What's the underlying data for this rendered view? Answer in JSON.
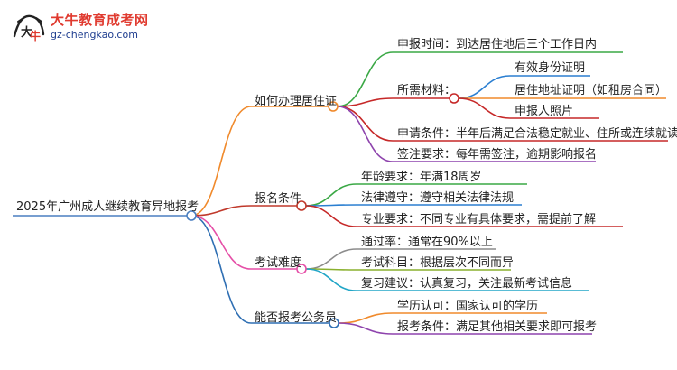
{
  "logo": {
    "title": "大牛教育成考网",
    "url": "gz-chengkao.com",
    "mark": "chalkboard-bull-logo"
  },
  "colors": {
    "root": "#4a7fc0",
    "b1": "#f08a2c",
    "b2": "#c0392b",
    "b3": "#e54fa7",
    "b4": "#2f6fb3",
    "g_green": "#3aa845",
    "g_blue": "#2b7fd1",
    "g_red": "#c62828",
    "g_purple": "#8e44ad",
    "g_gray": "#8c8c8c",
    "g_olive": "#8ab02e",
    "g_teal": "#22a6c7",
    "g_orange": "#f08a2c"
  },
  "mindmap": {
    "root": "2025年广州成人继续教育异地报考",
    "branches": [
      {
        "label": "如何办理居住证",
        "children": [
          {
            "label": "申报时间：到达居住地后三个工作日内"
          },
          {
            "label": "所需材料：",
            "children": [
              "有效身份证明",
              "居住地址证明（如租房合同）",
              "申报人照片"
            ]
          },
          {
            "label": "申请条件：半年后满足合法稳定就业、住所或连续就读"
          },
          {
            "label": "签注要求：每年需签注，逾期影响报名"
          }
        ]
      },
      {
        "label": "报名条件",
        "children": [
          {
            "label": "年龄要求：年满18周岁"
          },
          {
            "label": "法律遵守：遵守相关法律法规"
          },
          {
            "label": "专业要求：不同专业有具体要求，需提前了解"
          }
        ]
      },
      {
        "label": "考试难度",
        "children": [
          {
            "label": "通过率：通常在90%以上"
          },
          {
            "label": "考试科目：根据层次不同而异"
          },
          {
            "label": "复习建议：认真复习，关注最新考试信息"
          }
        ]
      },
      {
        "label": "能否报考公务员",
        "children": [
          {
            "label": "学历认可：国家认可的学历"
          },
          {
            "label": "报考条件：满足其他相关要求即可报考"
          }
        ]
      }
    ]
  }
}
